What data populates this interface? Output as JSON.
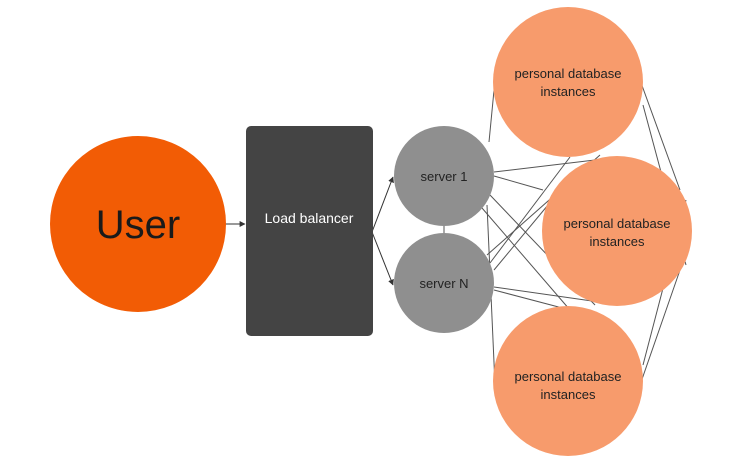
{
  "diagram": {
    "user": {
      "label": "User",
      "color": "#f25c05"
    },
    "load_balancer": {
      "label": "Load balancer",
      "color": "#444444",
      "text_color": "#ffffff"
    },
    "servers": [
      {
        "label": "server 1",
        "color": "#8f8f8f"
      },
      {
        "label": "server N",
        "color": "#8f8f8f"
      }
    ],
    "databases": [
      {
        "line1": "personal database",
        "line2": "instances",
        "color": "#f79b6c"
      },
      {
        "line1": "personal database",
        "line2": "instances",
        "color": "#f79b6c"
      },
      {
        "line1": "personal database",
        "line2": "instances",
        "color": "#f79b6c"
      }
    ],
    "connector_color": "#555555"
  }
}
